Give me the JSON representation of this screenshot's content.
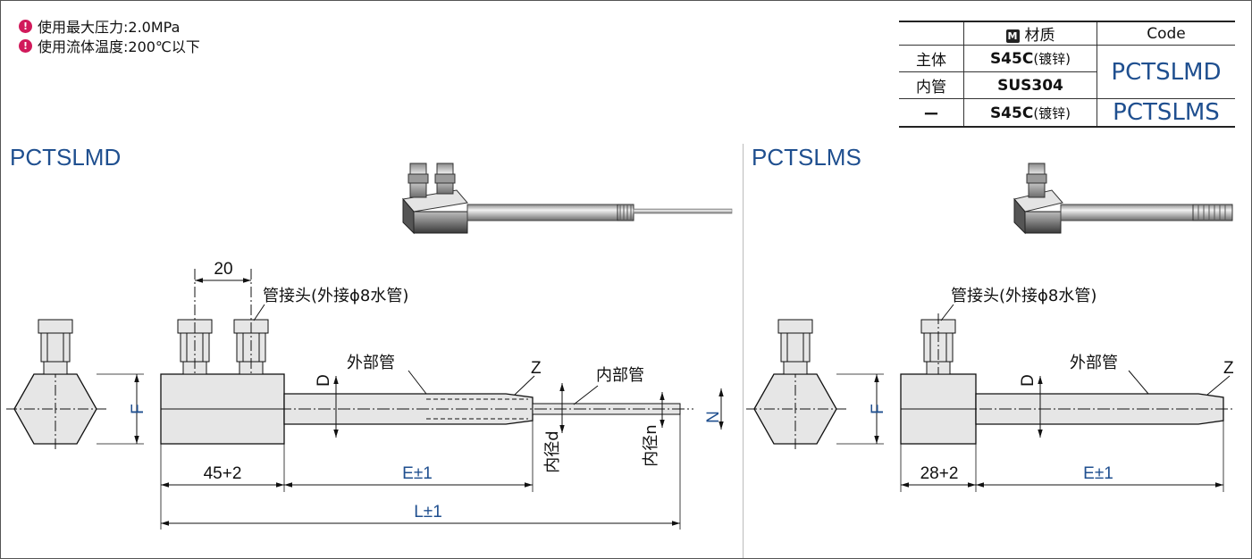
{
  "notes": [
    "使用最大压力:2.0MPa",
    "使用流体温度:200℃以下"
  ],
  "material_table": {
    "header_icon": "M",
    "header_material": "材质",
    "header_code": "Code",
    "rows": [
      {
        "part": "主体",
        "material": "S45C",
        "finish": "(镀锌)"
      },
      {
        "part": "内管",
        "material": "SUS304",
        "finish": ""
      },
      {
        "part": "ー",
        "material": "S45C",
        "finish": "(镀锌)"
      }
    ],
    "codes": [
      "PCTSLMD",
      "PCTSLMS"
    ]
  },
  "left_panel": {
    "title": "PCTSLMD",
    "labels": {
      "pitch": "20",
      "connector": "管接头(外接ϕ8水管)",
      "outer_pipe": "外部管",
      "inner_pipe": "内部管",
      "z": "Z",
      "d_upper": "D",
      "f": "F",
      "n": "N",
      "inner_d": "内径d",
      "inner_n": "内径n",
      "base_len": "45+2",
      "e_len": "E±1",
      "l_len": "L±1"
    }
  },
  "right_panel": {
    "title": "PCTSLMS",
    "labels": {
      "connector": "管接头(外接ϕ8水管)",
      "outer_pipe": "外部管",
      "z": "Z",
      "d_upper": "D",
      "f": "F",
      "base_len": "28+2",
      "e_len": "E±1"
    }
  },
  "colors": {
    "accent_blue": "#1f4f8f",
    "note_icon": "#d11a5b",
    "part_fill": "#e6e6e6"
  }
}
